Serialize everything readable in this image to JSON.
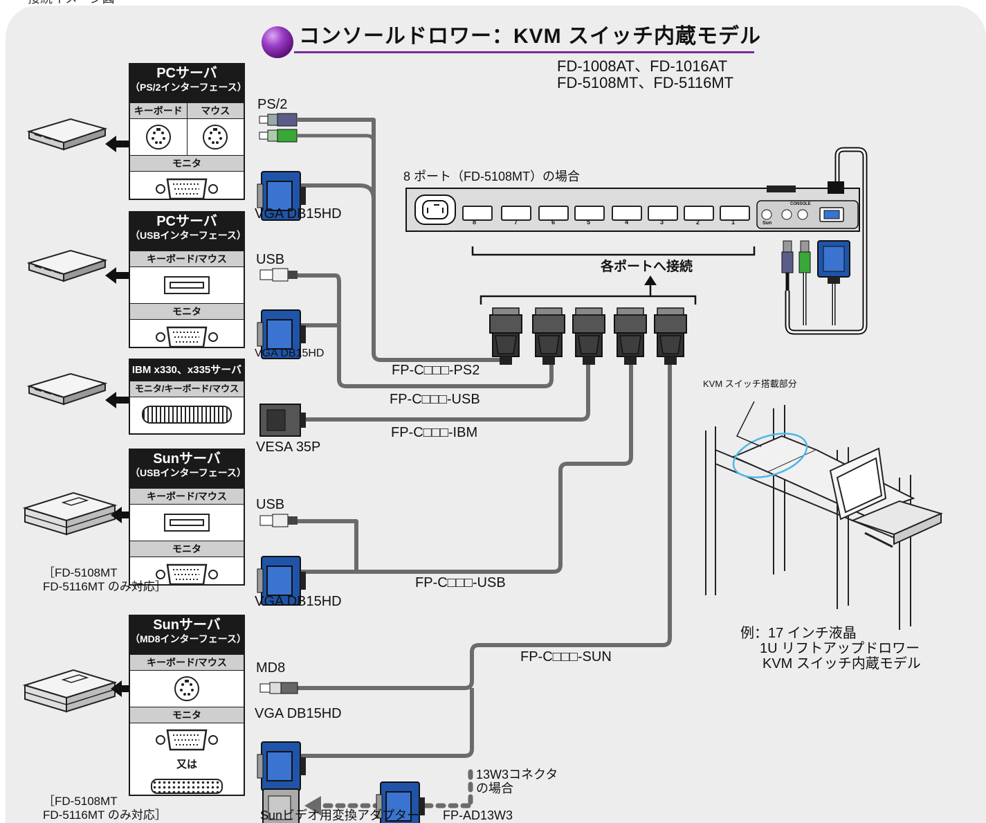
{
  "header_text": "接続イメージ図",
  "title": "コンソールドロワー：KVM スイッチ内蔵モデル",
  "models": [
    "FD-1008AT、FD-1016AT",
    "FD-5108MT、FD-5116MT"
  ],
  "servers": [
    {
      "title": "PCサーバ",
      "subtitle": "（PS/2インターフェース）",
      "rows": [
        "キーボード",
        "マウス",
        "モニタ"
      ]
    },
    {
      "title": "PCサーバ",
      "subtitle": "（USBインターフェース）",
      "rows": [
        "キーボード/マウス",
        "モニタ"
      ]
    },
    {
      "title": "IBM x330、x335サーバ",
      "rows": [
        "モニタ/キーボード/マウス"
      ]
    },
    {
      "title": "Sunサーバ",
      "subtitle": "（USBインターフェース）",
      "rows": [
        "キーボード/マウス",
        "モニタ"
      ]
    },
    {
      "title": "Sunサーバ",
      "subtitle": "（MD8インターフェース）",
      "rows": [
        "キーボード/マウス",
        "モニタ"
      ],
      "or_label": "又は"
    }
  ],
  "notes": {
    "sun_usb": [
      "［FD-5108MT",
      "FD-5116MT のみ対応］"
    ],
    "sun_md8": [
      "［FD-5108MT",
      "FD-5116MT のみ対応］"
    ]
  },
  "connector_labels": {
    "ps2": "PS/2",
    "vga1": "VGA DB15HD",
    "usb1": "USB",
    "vga2": "VGA DB15HD",
    "vesa": "VESA 35P",
    "usb2": "USB",
    "vga3": "VGA DB15HD",
    "md8": "MD8",
    "vga4": "VGA DB15HD",
    "sun_adapter": "Sunビデオ用変換アダプター",
    "ad13w3": "FP-AD13W3",
    "w3_note": [
      "13W3コネクタ",
      "の場合"
    ]
  },
  "cables": [
    "FP-C□□□-PS2",
    "FP-C□□□-USB",
    "FP-C□□□-IBM",
    "FP-C□□□-USB",
    "FP-C□□□-SUN"
  ],
  "kvm": {
    "port_caption": "8 ポート（FD-5108MT）の場合",
    "port_numbers": [
      "8",
      "7",
      "6",
      "5",
      "4",
      "3",
      "2",
      "1"
    ],
    "console_label": "CONSOLE",
    "console_port_labels": [
      "Sun",
      "",
      ""
    ],
    "connect_label": "各ポートへ接続"
  },
  "drawer": {
    "callout": "KVM スイッチ搭載部分",
    "example": [
      "例：17 インチ液晶",
      "1U リフトアップドロワー",
      "KVM スイッチ内蔵モデル"
    ]
  },
  "colors": {
    "vga_blue": "#1f54a8",
    "ps2_purple": "#5c5c8a",
    "ps2_green": "#3aa838",
    "cable_gray": "#6b6b6b",
    "panel_bg": "#ededed",
    "title_orb": "#6a1a8a"
  }
}
